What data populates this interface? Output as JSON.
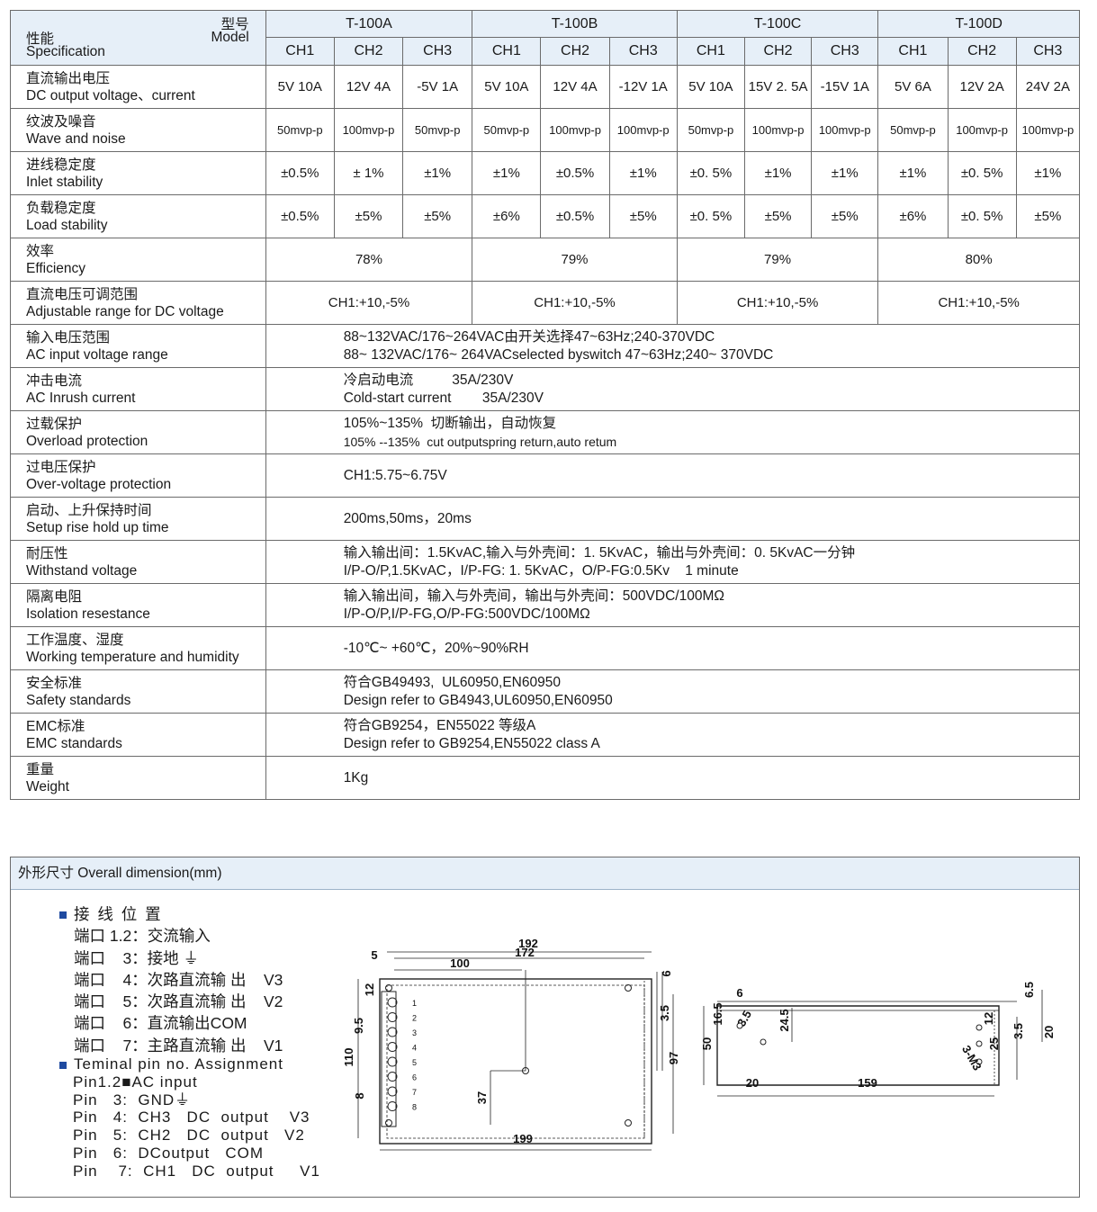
{
  "header": {
    "model_cn": "型号",
    "model_en": "Model",
    "spec_cn": "性能",
    "spec_en": "Specification",
    "models": [
      "T-100A",
      "T-100B",
      "T-100C",
      "T-100D"
    ],
    "channels": [
      "CH1",
      "CH2",
      "CH3"
    ]
  },
  "rows": [
    {
      "cn": "直流输出电压",
      "en": "DC output voltage、current",
      "cells": [
        "5V  10A",
        "12V 4A",
        "-5V 1A",
        "5V  10A",
        "12V  4A",
        "-12V 1A",
        "5V  10A",
        "15V 2. 5A",
        "-15V 1A",
        "5V 6A",
        "12V 2A",
        "24V 2A"
      ]
    },
    {
      "cn": "纹波及噪音",
      "en": "Wave and noise",
      "cells": [
        "50mvp-p",
        "100mvp-p",
        "50mvp-p",
        "50mvp-p",
        "100mvp-p",
        "100mvp-p",
        "50mvp-p",
        "100mvp-p",
        "100mvp-p",
        "50mvp-p",
        "100mvp-p",
        "100mvp-p"
      ]
    },
    {
      "cn": "进线稳定度",
      "en": "Inlet stability",
      "cells": [
        "±0.5%",
        "±  1%",
        "±1%",
        "±1%",
        "±0.5%",
        "±1%",
        "±0. 5%",
        "±1%",
        "±1%",
        "±1%",
        "±0. 5%",
        "±1%"
      ]
    },
    {
      "cn": "负载稳定度",
      "en": "Load stability",
      "cells": [
        "±0.5%",
        "±5%",
        "±5%",
        "±6%",
        "±0.5%",
        "±5%",
        "±0. 5%",
        "±5%",
        "±5%",
        "±6%",
        "±0. 5%",
        "±5%"
      ]
    },
    {
      "cn": "效率",
      "en": "Efficiency",
      "groups": [
        "78%",
        "79%",
        "79%",
        "80%"
      ]
    },
    {
      "cn": "直流电压可调范围",
      "en": "Adjustable range for DC voltage",
      "groups": [
        "CH1:+10,-5%",
        "CH1:+10,-5%",
        "CH1:+10,-5%",
        "CH1:+10,-5%"
      ]
    },
    {
      "cn": "输入电压范围",
      "en": "AC input voltage range",
      "lines": [
        "88~132VAC/176~264VAC由开关选择47~63Hz;240-370VDC",
        "88~ 132VAC/176~ 264VACselected byswitch 47~63Hz;240~ 370VDC"
      ]
    },
    {
      "cn": "冲击电流",
      "en": "AC Inrush current",
      "lines": [
        "冷启动电流          35A/230V",
        "Cold-start current        35A/230V"
      ]
    },
    {
      "cn": "过载保护",
      "en": "Overload protection",
      "lines": [
        "105%~135%  切断输出，自动恢复",
        "105% --135%  cut outputspring return,auto retum"
      ]
    },
    {
      "cn": "过电压保护",
      "en": "Over-voltage protection",
      "lines": [
        "CH1:5.75~6.75V"
      ]
    },
    {
      "cn": "启动、上升保持时间",
      "en": "Setup rise hold up time",
      "lines": [
        "200ms,50ms，20ms"
      ]
    },
    {
      "cn": "耐压性",
      "en": "Withstand voltage",
      "lines": [
        "输入输出间：1.5KvAC,输入与外壳间：1. 5KvAC，输出与外壳间：0. 5KvAC一分钟",
        "I/P-O/P,1.5KvAC，I/P-FG: 1. 5KvAC，O/P-FG:0.5Kv    1 minute"
      ]
    },
    {
      "cn": "隔离电阻",
      "en": "Isolation resestance",
      "lines": [
        "输入输出间，输入与外壳间，输出与外壳间：500VDC/100MΩ",
        "I/P-O/P,I/P-FG,O/P-FG:500VDC/100MΩ"
      ]
    },
    {
      "cn": "工作温度、湿度",
      "en": "Working temperature and humidity",
      "lines": [
        "-10℃~ +60℃，20%~90%RH"
      ]
    },
    {
      "cn": "安全标准",
      "en": "Safety standards",
      "lines": [
        "符合GB49493,  UL60950,EN60950",
        "Design refer to GB4943,UL60950,EN60950"
      ]
    },
    {
      "cn": "EMC标准",
      "en": "EMC standards",
      "lines": [
        "符合GB9254，EN55022 等级A",
        "Design refer to GB9254,EN55022 class A"
      ]
    },
    {
      "cn": "重量",
      "en": "Weight",
      "lines": [
        "1Kg"
      ]
    }
  ],
  "dimension": {
    "title": "外形尺寸  Overall dimension(mm)",
    "wiring_title": "接  线  位  置",
    "cn_pins": [
      "端口 1.2：交流输入",
      "端口    3：接地 ⏚",
      "端口    4：次路直流输 出    V3",
      "端口    5：次路直流输 出    V2",
      "端口    6：直流输出COM",
      "端口    7：主路直流输 出    V1"
    ],
    "en_title": "Teminal pin no. Assignment",
    "en_pins": [
      "Pin1.2■AC input",
      "Pin   3:  GND⏚",
      "Pin   4:  CH3   DC  output    V3",
      "Pin   5:  CH2   DC  output   V2",
      "Pin   6:  DCoutput   COM",
      "Pin    7:  CH1   DC  output     V1"
    ],
    "front_dims": [
      "192",
      "172",
      "100",
      "5",
      "6",
      "12",
      "9.5",
      "110",
      "8",
      "3.5",
      "97",
      "37",
      "199"
    ],
    "terminal_numbers": [
      "1",
      "2",
      "3",
      "4",
      "5",
      "6",
      "7",
      "8"
    ],
    "side_dims": [
      "6",
      "6.5",
      "16.5",
      "3.5",
      "24.5",
      "50",
      "12",
      "20",
      "3.5",
      "25",
      "3-M3",
      "20",
      "159"
    ]
  }
}
